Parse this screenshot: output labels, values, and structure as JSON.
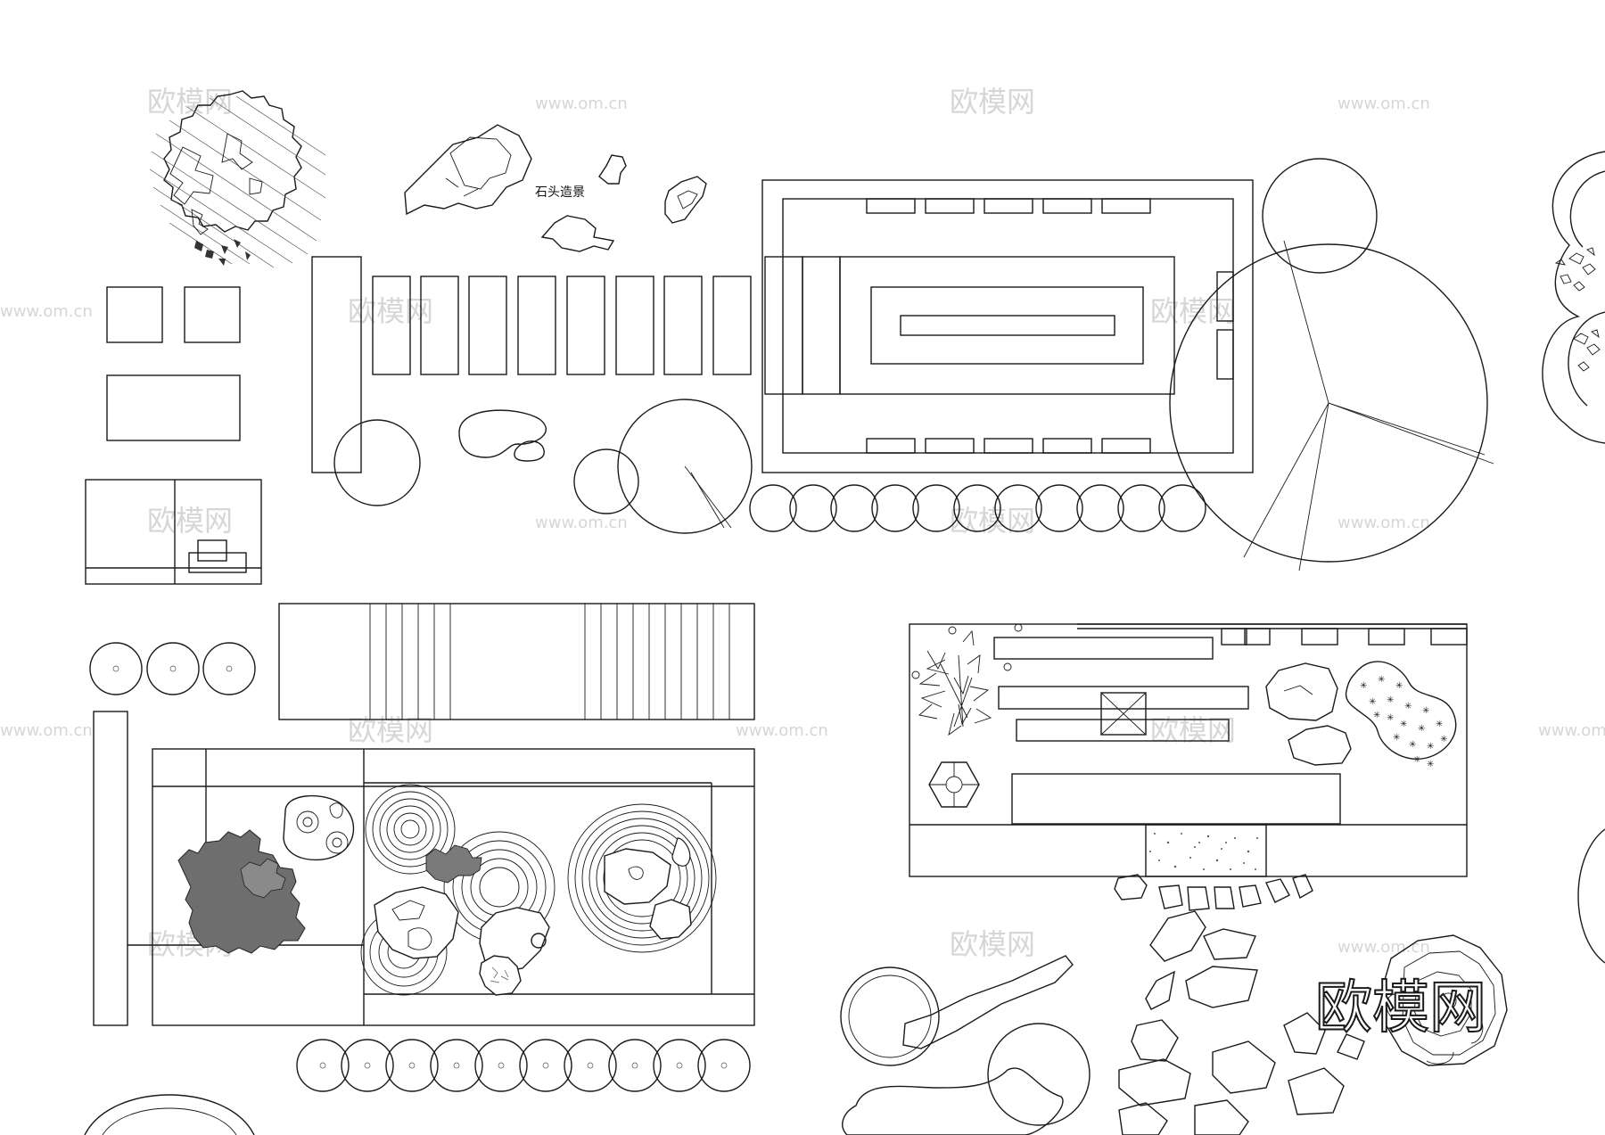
{
  "labels": {
    "rock_landscape": "石头造景"
  },
  "watermark": {
    "site_cn": "欧模网",
    "site_url": "www.om.cn",
    "brand_logo": "欧模网"
  },
  "colors": {
    "line": "#1a1a1a",
    "watermark": "#d6d6d6",
    "background": "#ffffff"
  }
}
